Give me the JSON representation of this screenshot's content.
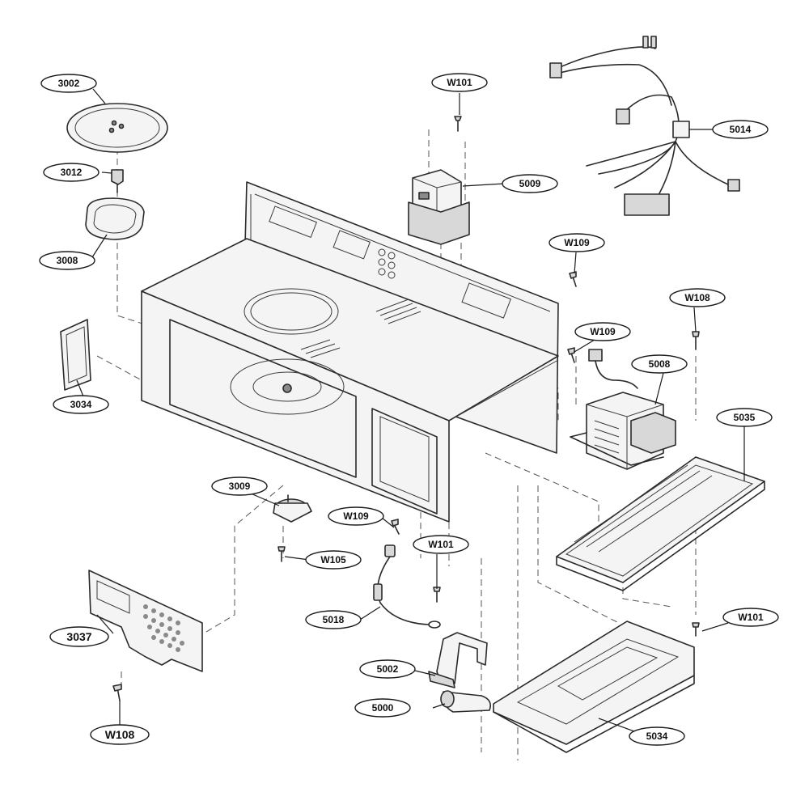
{
  "callouts": [
    {
      "id": "3002",
      "label": "3002"
    },
    {
      "id": "3012",
      "label": "3012"
    },
    {
      "id": "3008",
      "label": "3008"
    },
    {
      "id": "3034",
      "label": "3034"
    },
    {
      "id": "3009",
      "label": "3009"
    },
    {
      "id": "3037",
      "label": "3037"
    },
    {
      "id": "W108a",
      "label": "W108"
    },
    {
      "id": "W105",
      "label": "W105"
    },
    {
      "id": "W109a",
      "label": "W109"
    },
    {
      "id": "W101a",
      "label": "W101"
    },
    {
      "id": "5009",
      "label": "5009"
    },
    {
      "id": "5014",
      "label": "5014"
    },
    {
      "id": "W109b",
      "label": "W109"
    },
    {
      "id": "W109c",
      "label": "W109"
    },
    {
      "id": "W108b",
      "label": "W108"
    },
    {
      "id": "5008",
      "label": "5008"
    },
    {
      "id": "5035",
      "label": "5035"
    },
    {
      "id": "W101b",
      "label": "W101"
    },
    {
      "id": "5018",
      "label": "5018"
    },
    {
      "id": "W101c",
      "label": "W101"
    },
    {
      "id": "5002",
      "label": "5002"
    },
    {
      "id": "5000",
      "label": "5000"
    },
    {
      "id": "5034",
      "label": "5034"
    }
  ],
  "colors": {
    "line": "#2a2a2a",
    "background": "#ffffff"
  }
}
